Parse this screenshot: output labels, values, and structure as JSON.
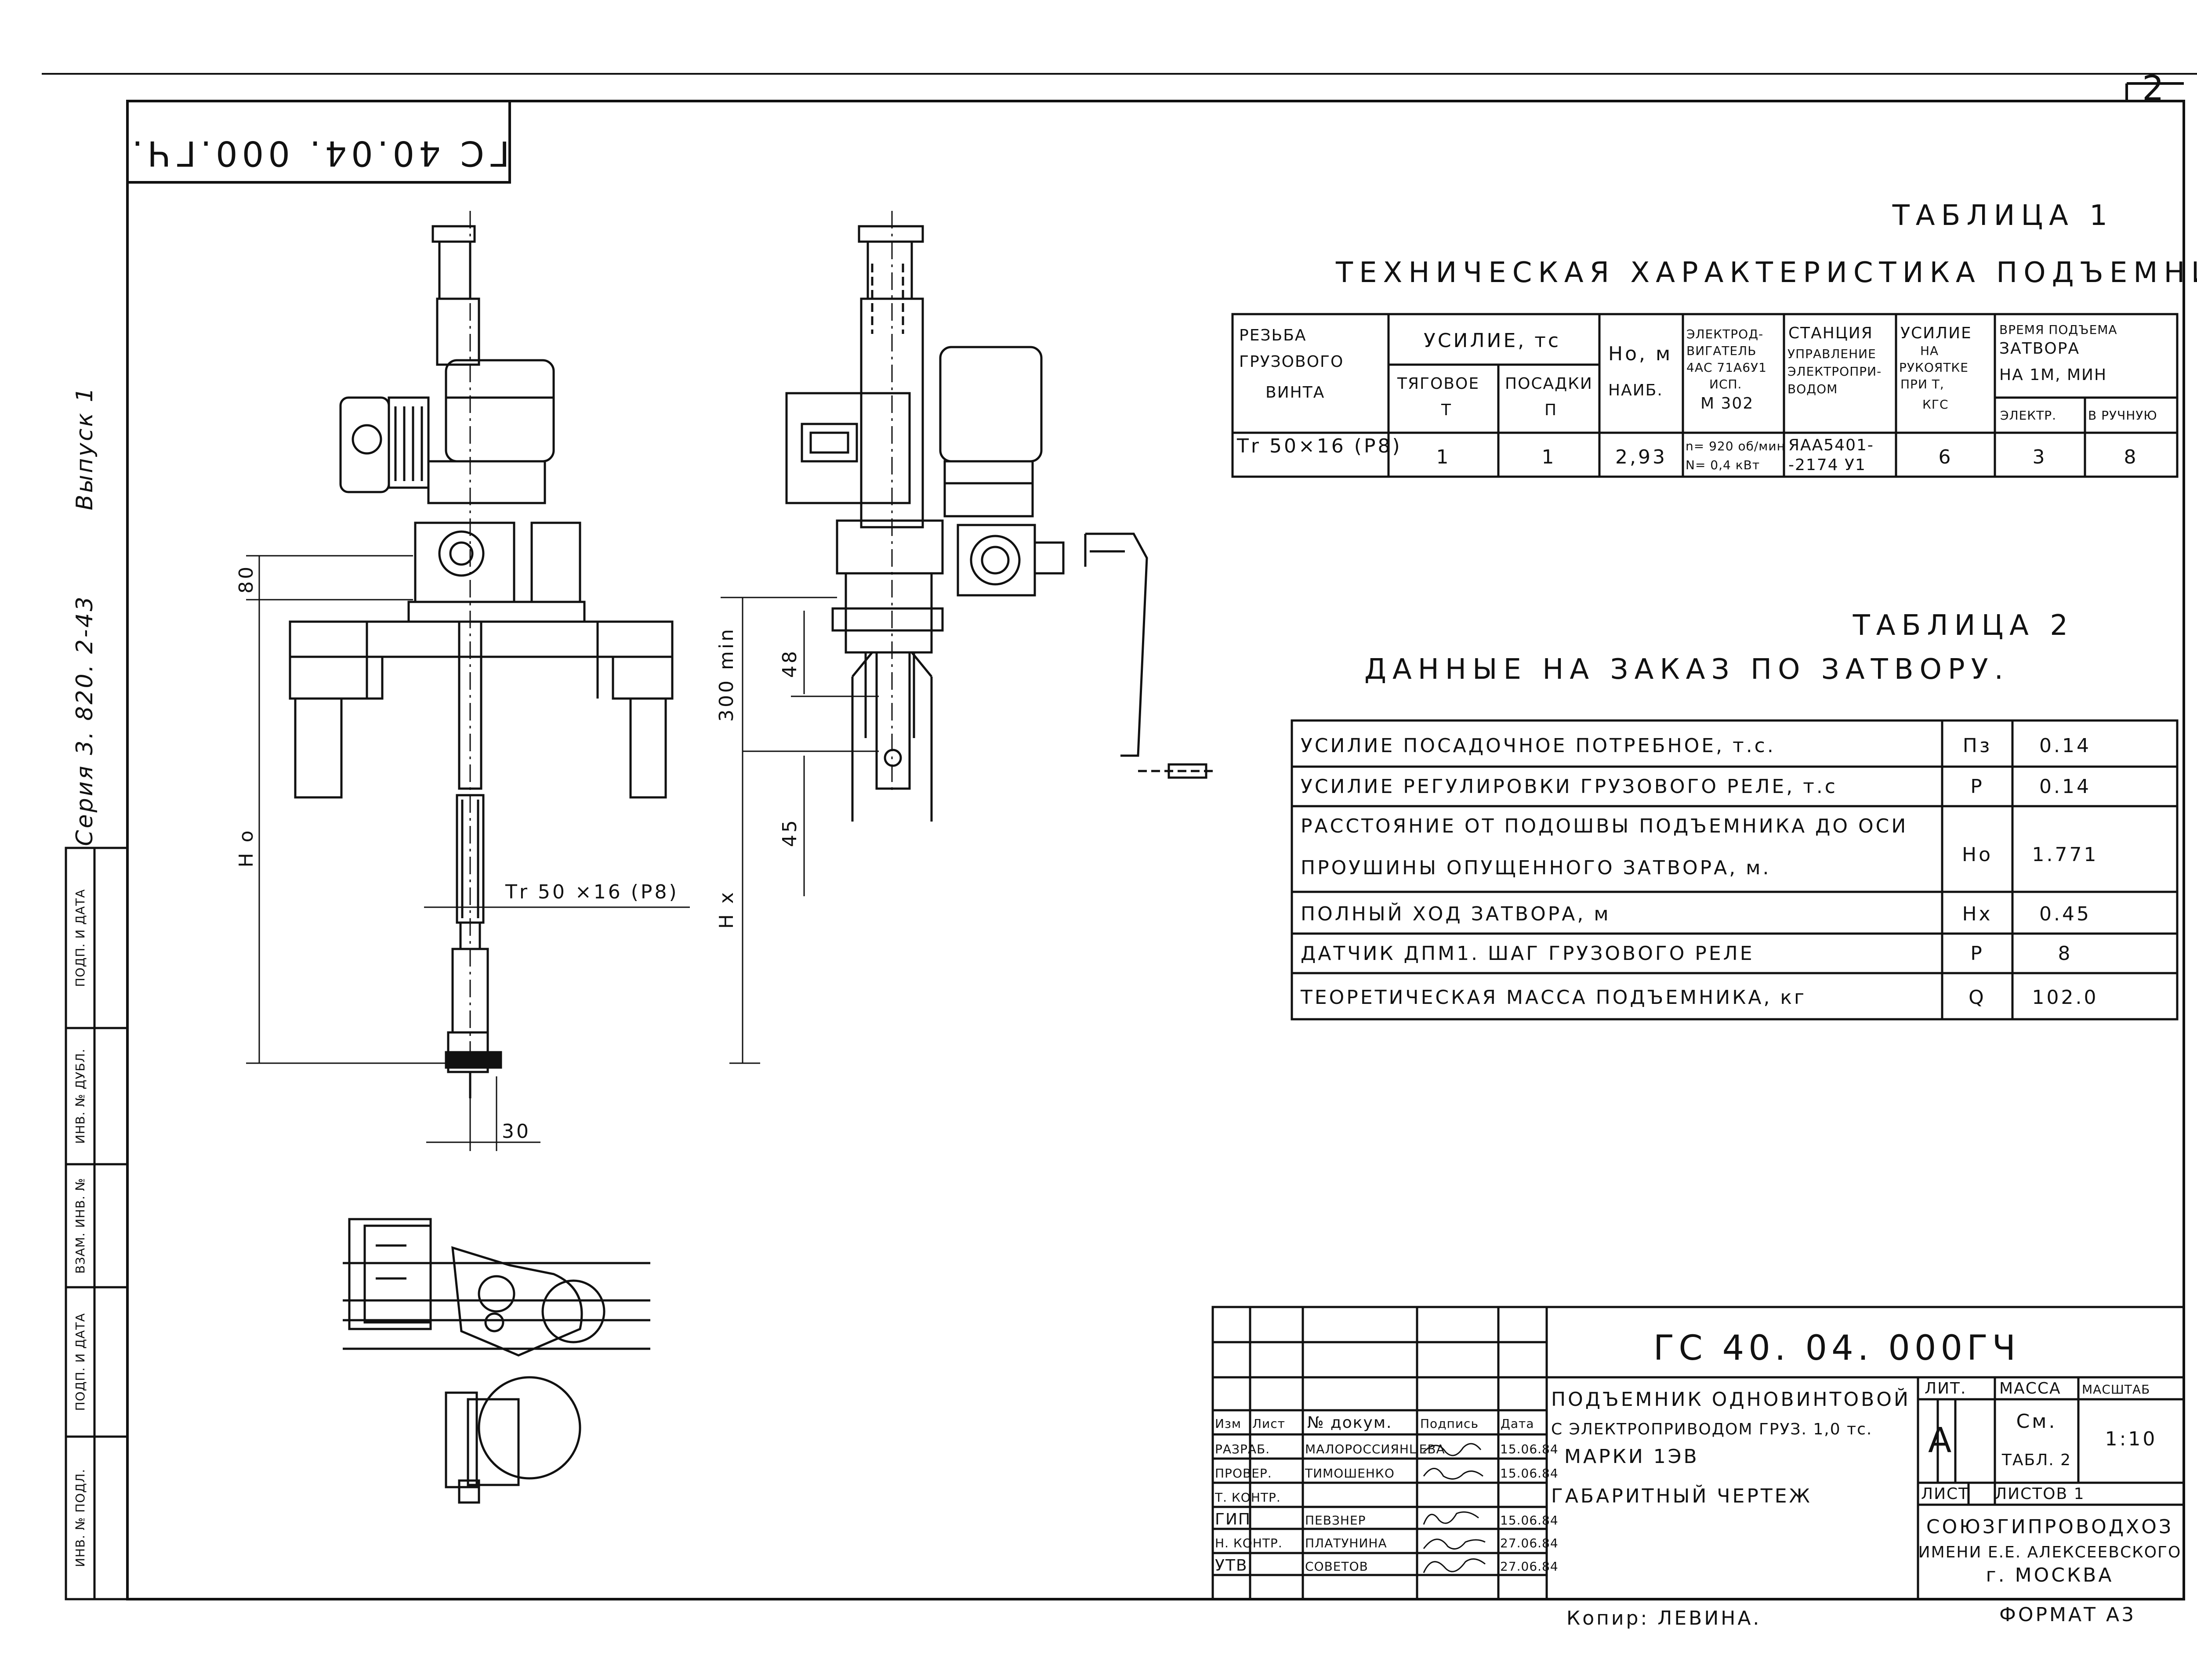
{
  "sheet": {
    "number": "2",
    "mirrored_code": "ГС 40.04. 000.ГЧ.",
    "series": "Серия 3. 820. 2-43",
    "issue": "Выпуск 1",
    "format": "ФОРМАТ А3",
    "copier": "Копир: ЛЕВИНА."
  },
  "side_columns": [
    "ИНВ. № ПОДЛ.",
    "ПОДП. И ДАТА",
    "ВЗАМ. ИНВ. №",
    "ИНВ. № ДУБЛ.",
    "ПОДП. И ДАТА"
  ],
  "dimensions": {
    "d80": "80",
    "d300min": "300 min",
    "d48": "48",
    "d45": "45",
    "d30": "30",
    "ho": "Н о",
    "hx": "Н х",
    "thread": "Тr 50 ×16 (Р8)"
  },
  "table1": {
    "label": "ТАБЛИЦА 1",
    "title": "ТЕХНИЧЕСКАЯ ХАРАКТЕРИСТИКА ПОДЪЕМНИКА.",
    "headers": {
      "thread": [
        "РЕЗЬБА",
        "ГРУЗОВОГО",
        "ВИНТА"
      ],
      "force": "УСИЛИЕ, тс",
      "traction": [
        "ТЯГОВОЕ",
        "Т"
      ],
      "seating": [
        "ПОСАДКИ",
        "П"
      ],
      "ho": [
        "Но, м",
        "НАИБ."
      ],
      "motor": [
        "ЭЛЕКТРОД-",
        "ВИГАТЕЛЬ",
        "4АС 71А6У1",
        "ИСП.",
        "М 302"
      ],
      "station": [
        "СТАНЦИЯ",
        "УПРАВЛЕНИЕ",
        "ЭЛЕКТРОПРИ-",
        "ВОДОМ"
      ],
      "handle": [
        "УСИЛИЕ",
        "НА",
        "РУКОЯТКЕ",
        "ПРИ Т,",
        "КГС"
      ],
      "time": [
        "ВРЕМЯ ПОДЪЕМА",
        "ЗАТВОРА",
        "НА 1М, МИН"
      ],
      "electric": "ЭЛЕКТР.",
      "manual": "В РУЧНУЮ"
    },
    "row": {
      "thread": "Тr 50×16 (Р8)",
      "traction": "1",
      "seating": "1",
      "ho": "2,93",
      "motor_n": "n= 920 об/мин",
      "motor_p": "N= 0,4 кВт",
      "station_1": "ЯАА5401-",
      "station_2": "-2174 У1",
      "handle": "6",
      "electric": "3",
      "manual": "8"
    }
  },
  "table2": {
    "label": "ТАБЛИЦА 2",
    "title": "ДАННЫЕ НА ЗАКАЗ ПО ЗАТВОРУ.",
    "rows": [
      {
        "name": "УСИЛИЕ ПОСАДОЧНОЕ ПОТРЕБНОЕ, т.с.",
        "sym": "Пз",
        "val": "0.14"
      },
      {
        "name": "УСИЛИЕ РЕГУЛИРОВКИ ГРУЗОВОГО РЕЛЕ, т.с",
        "sym": "Р",
        "val": "0.14"
      },
      {
        "name": "РАССТОЯНИЕ ОТ ПОДОШВЫ ПОДЪЕМНИКА ДО ОСИ",
        "name2": "ПРОУШИНЫ ОПУЩЕННОГО ЗАТВОРА, м.",
        "sym": "Но",
        "val": "1.771"
      },
      {
        "name": "ПОЛНЫЙ ХОД ЗАТВОРА, м",
        "sym": "Нх",
        "val": "0.45"
      },
      {
        "name": "ДАТЧИК ДПМ1. ШАГ ГРУЗОВОГО РЕЛЕ",
        "sym": "Р",
        "val": "8"
      },
      {
        "name": "ТЕОРЕТИЧЕСКАЯ МАССА ПОДЪЕМНИКА, кг",
        "sym": "Q",
        "val": "102.0"
      }
    ]
  },
  "title_block": {
    "code": "ГС 40. 04. 000ГЧ",
    "name1": "ПОДЪЕМНИК ОДНОВИНТОВОЙ",
    "name2": "С ЭЛЕКТРОПРИВОДОМ ГРУЗ. 1,0 тс.",
    "name3": "МАРКИ 1ЭВ",
    "name4": "ГАБАРИТНЫЙ ЧЕРТЕЖ",
    "header": {
      "izm": "Изм",
      "list": "Лист",
      "doc": "№ докум.",
      "sign": "Подпись",
      "date": "Дата"
    },
    "people": [
      {
        "role": "РАЗРАБ.",
        "name": "МАЛОРОССИЯНЦЕВА",
        "date": "15.06.84"
      },
      {
        "role": "ПРОВЕР.",
        "name": "ТИМОШЕНКО",
        "date": "15.06.84"
      },
      {
        "role": "Т. КОНТР.",
        "name": "",
        "date": ""
      },
      {
        "role": "ГИП",
        "name": "ПЕВЗНЕР",
        "date": "15.06.84"
      },
      {
        "role": "Н. КОНТР.",
        "name": "ПЛАТУНИНА",
        "date": "27.06.84"
      },
      {
        "role": "УТВ.",
        "name": "СОВЕТОВ",
        "date": "27.06.84"
      }
    ],
    "lit": "ЛИТ.",
    "lit_val": "А",
    "mass": "МАССА",
    "mass_val1": "См.",
    "mass_val2": "ТАБЛ. 2",
    "scale": "МАСШТАБ",
    "scale_val": "1:10",
    "sheet": "ЛИСТ",
    "sheets": "ЛИСТОВ 1",
    "org1": "СОЮЗГИПРОВОДХОЗ",
    "org2": "ИМЕНИ Е.Е. АЛЕКСЕЕВСКОГО",
    "org3": "г. МОСКВА"
  }
}
